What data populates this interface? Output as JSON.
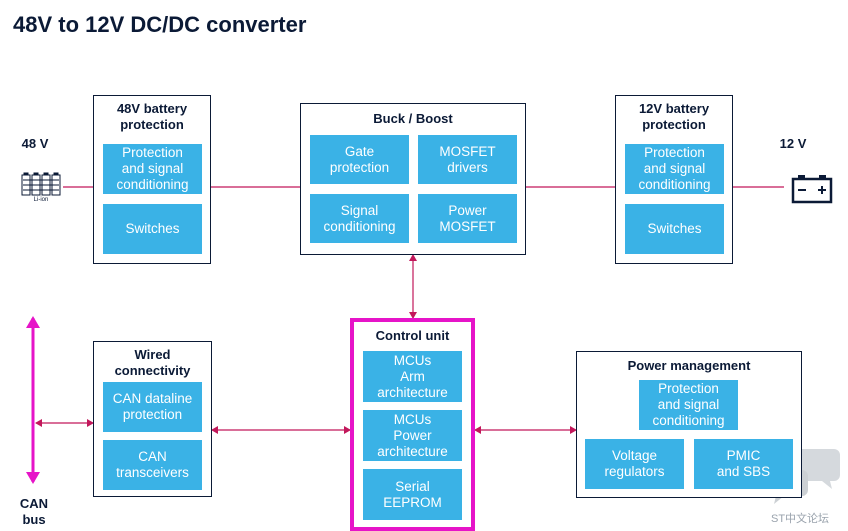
{
  "title": "48V to 12V DC/DC converter",
  "left_voltage": "48 V",
  "battery_icon_caption": "Li-ion",
  "right_voltage": "12 V",
  "can_bus": "CAN\nbus",
  "bat48": {
    "title": "48V battery\nprotection",
    "blocks": [
      "Protection\nand signal\nconditioning",
      "Switches"
    ]
  },
  "buck": {
    "title": "Buck / Boost",
    "blocks": [
      "Gate\nprotection",
      "MOSFET\ndrivers",
      "Signal\nconditioning",
      "Power\nMOSFET"
    ]
  },
  "bat12": {
    "title": "12V battery\nprotection",
    "blocks": [
      "Protection\nand signal\nconditioning",
      "Switches"
    ]
  },
  "wired": {
    "title": "Wired\nconnectivity",
    "blocks": [
      "CAN dataline\nprotection",
      "CAN\ntransceivers"
    ]
  },
  "control": {
    "title": "Control unit",
    "blocks": [
      "MCUs\nArm\narchitecture",
      "MCUs\nPower\narchitecture",
      "Serial\nEEPROM"
    ]
  },
  "power": {
    "title": "Power management",
    "blocks": [
      "Protection\nand signal\nconditioning",
      "Voltage\nregulators",
      "PMIC\nand SBS"
    ]
  },
  "watermark": "ST中文论坛",
  "colors": {
    "block_fill": "#3ab2e6",
    "line_pink": "#c2185b",
    "highlight_magenta": "#e614c8",
    "dark_navy": "#0b1a36"
  }
}
